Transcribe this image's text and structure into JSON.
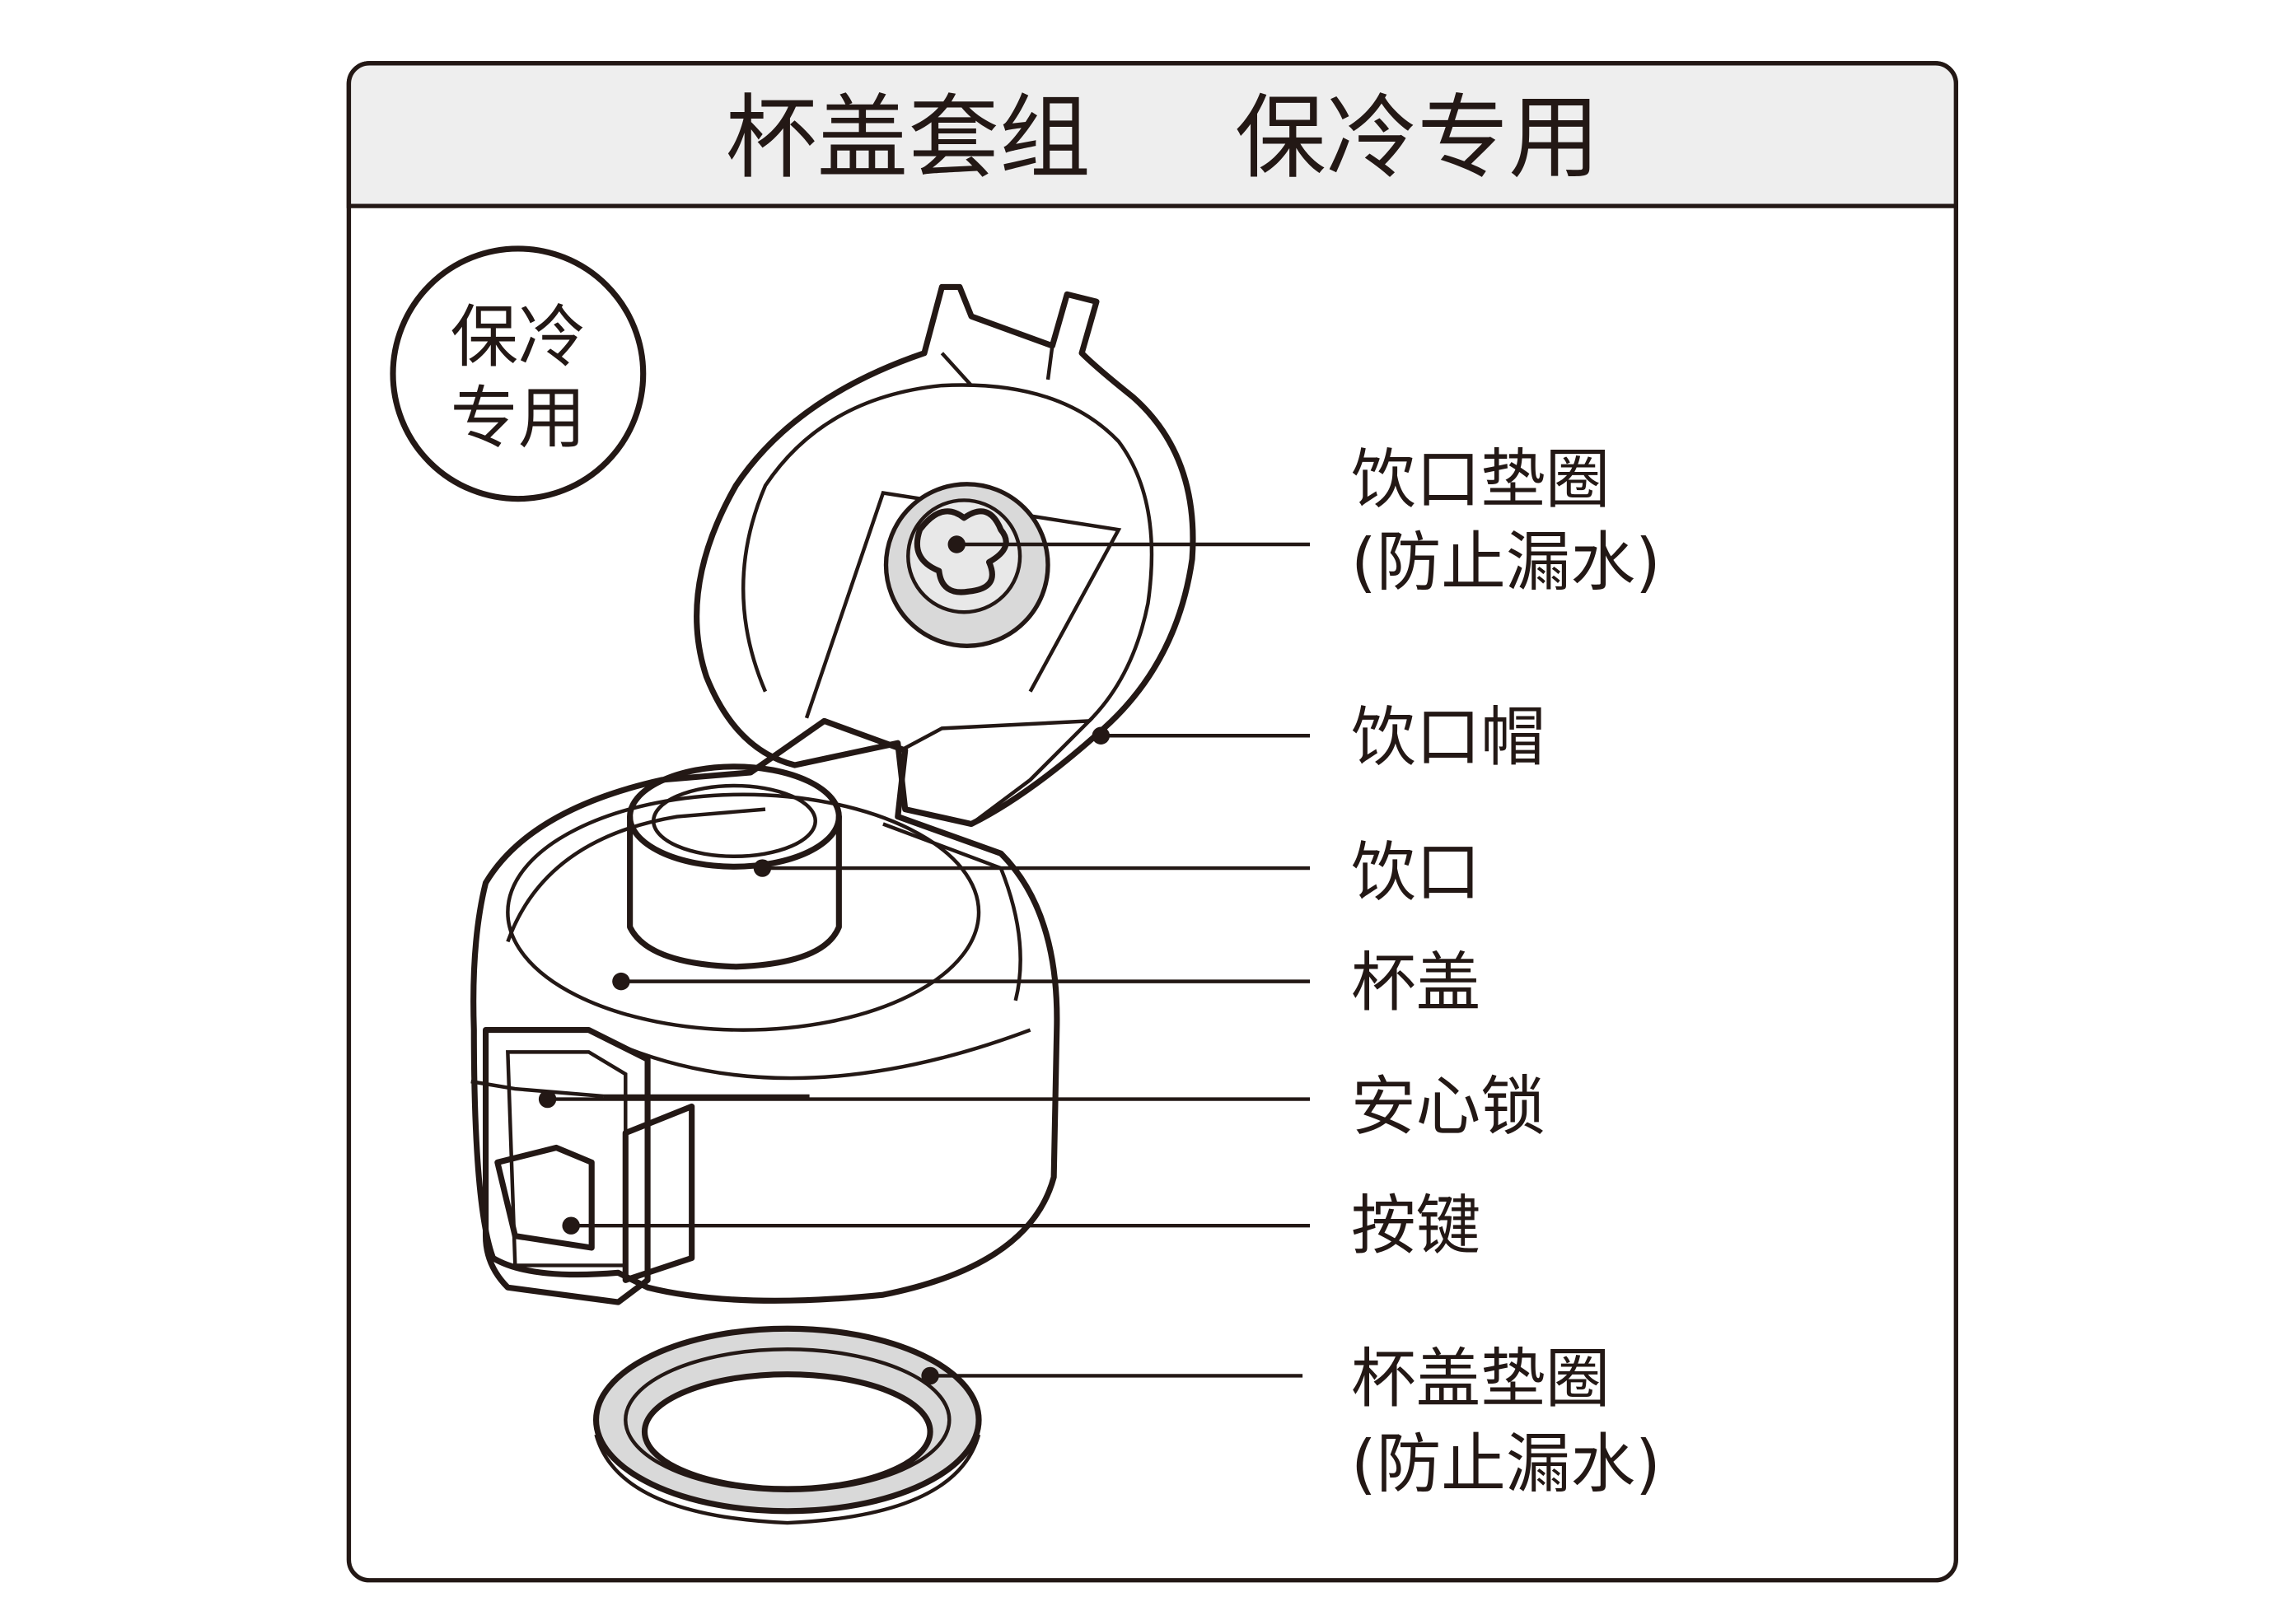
{
  "title": {
    "left": "杯盖套组",
    "right": "保冷专用"
  },
  "badge": {
    "line1": "保冷",
    "line2": "专用"
  },
  "labels": {
    "spout_gasket": {
      "line1": "饮口垫圈",
      "line2": "(防止漏水)"
    },
    "spout_cap": "饮口帽",
    "spout": "饮口",
    "lid": "杯盖",
    "safety_lock": "安心锁",
    "button": "按键",
    "lid_gasket": {
      "line1": "杯盖垫圈",
      "line2": "(防止漏水)"
    }
  },
  "colors": {
    "ink": "#231815",
    "header_bg": "#eeeeee",
    "gasket_gray": "#d9d9d9"
  }
}
